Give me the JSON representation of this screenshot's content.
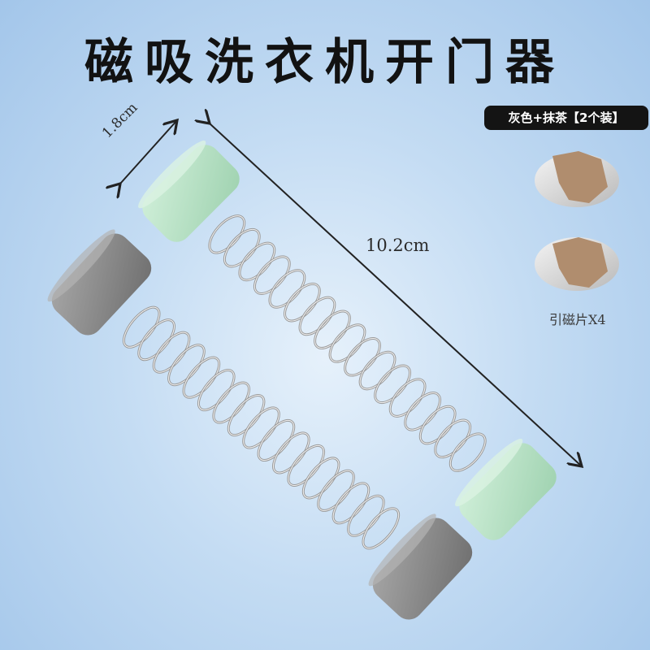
{
  "title": "磁吸洗衣机开门器",
  "badge": "灰色+抹茶【2个装】",
  "dimensions": {
    "length": "10.2cm",
    "width": "1.8cm"
  },
  "magnet_caption": "引磁片X4",
  "colors": {
    "matcha": "#b8e0c4",
    "gray": "#8c8c8c",
    "magnet_backing": "#b08d6e",
    "magnet_plate": "#d8d8d8"
  }
}
